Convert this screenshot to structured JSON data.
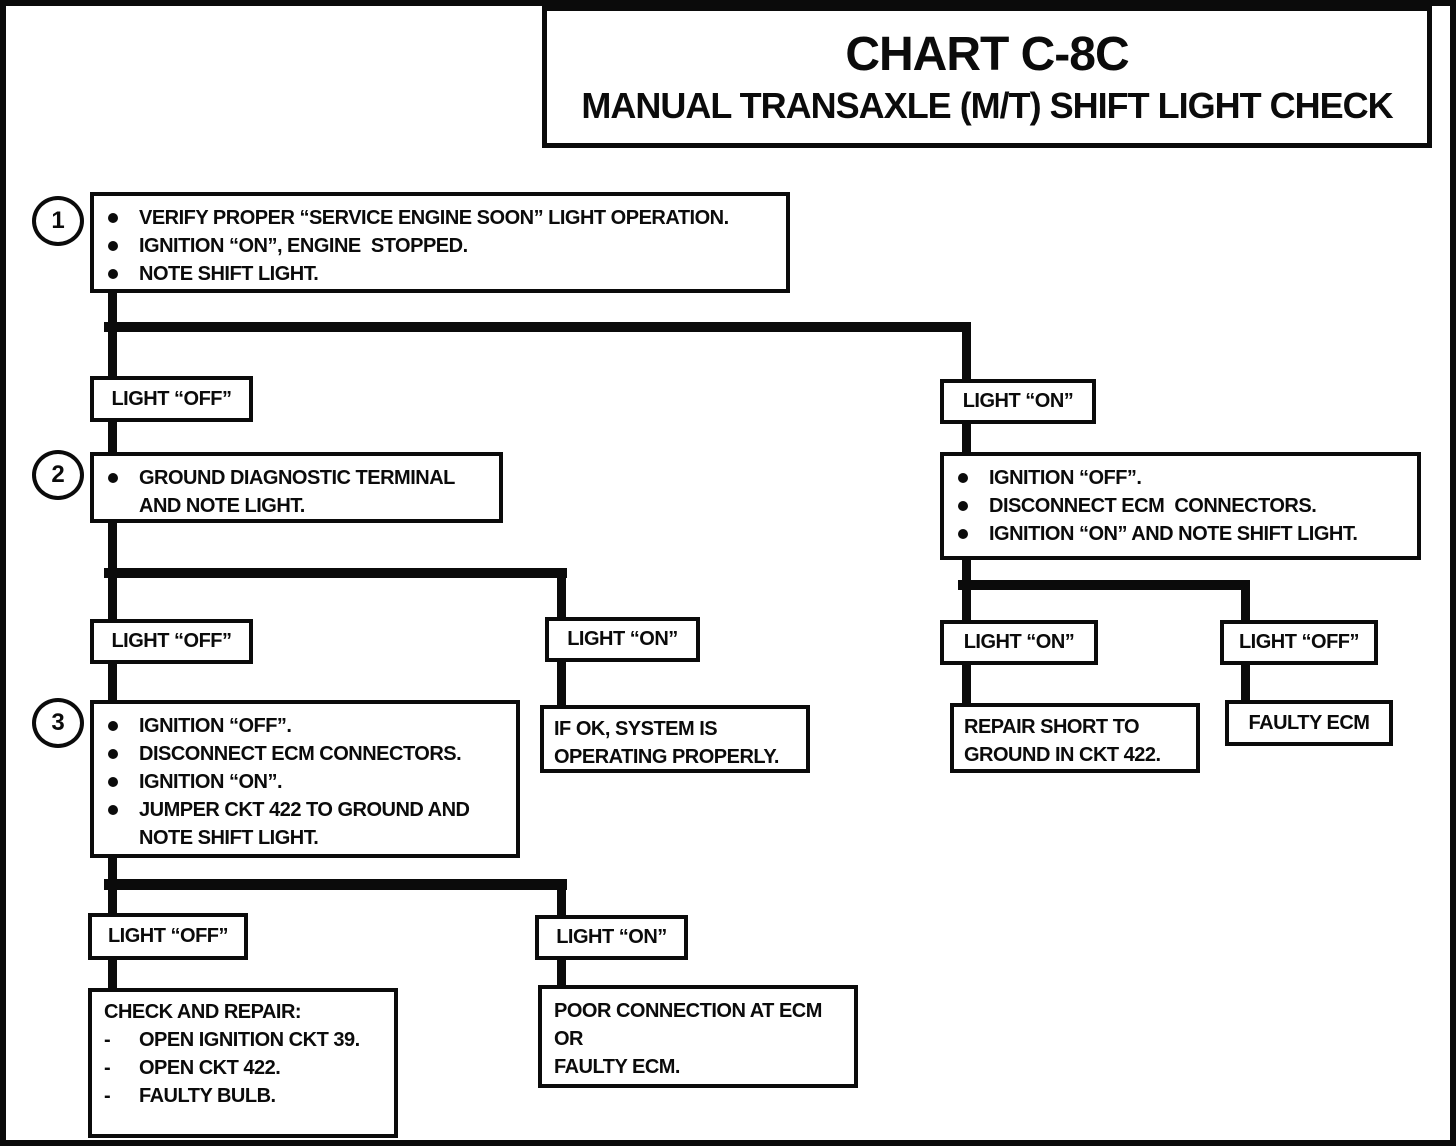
{
  "title": {
    "heading": "CHART C-8C",
    "subheading": "MANUAL TRANSAXLE (M/T) SHIFT LIGHT CHECK"
  },
  "nodes": {
    "step1": {
      "number": "1",
      "bullets": [
        "VERIFY PROPER “SERVICE ENGINE SOON” LIGHT OPERATION.",
        "IGNITION “ON”, ENGINE  STOPPED.",
        "NOTE SHIFT LIGHT."
      ]
    },
    "light_off_top": {
      "label": "LIGHT “OFF”"
    },
    "light_on_top": {
      "label": "LIGHT “ON”"
    },
    "step2": {
      "number": "2",
      "bullets": [
        "GROUND DIAGNOSTIC TERMINAL AND NOTE LIGHT."
      ]
    },
    "ecm_check_right": {
      "bullets": [
        "IGNITION “OFF”.",
        "DISCONNECT ECM  CONNECTORS.",
        "IGNITION “ON” AND NOTE SHIFT LIGHT."
      ]
    },
    "light_off_mid": {
      "label": "LIGHT “OFF”"
    },
    "light_on_mid": {
      "label": "LIGHT “ON”"
    },
    "light_on_right": {
      "label": "LIGHT “ON”"
    },
    "light_off_right": {
      "label": "LIGHT “OFF”"
    },
    "step3": {
      "number": "3",
      "bullets": [
        "IGNITION “OFF”.",
        "DISCONNECT ECM CONNECTORS.",
        "IGNITION “ON”.",
        "JUMPER CKT 422 TO GROUND AND NOTE SHIFT LIGHT."
      ]
    },
    "if_ok": {
      "label": "IF OK, SYSTEM IS OPERATING PROPERLY."
    },
    "repair_short": {
      "label": "REPAIR SHORT TO GROUND IN CKT 422."
    },
    "faulty_ecm": {
      "label": "FAULTY ECM"
    },
    "light_off_bottom": {
      "label": "LIGHT “OFF”"
    },
    "light_on_bottom": {
      "label": "LIGHT “ON”"
    },
    "check_repair": {
      "heading": "CHECK AND REPAIR:",
      "marker": "-",
      "items": [
        "OPEN IGNITION CKT 39.",
        "OPEN CKT 422.",
        "FAULTY BULB."
      ]
    },
    "poor_connection": {
      "lines": [
        "POOR CONNECTION AT ECM",
        "OR",
        "FAULTY ECM."
      ]
    }
  },
  "colors": {
    "ink": "#0b0b0b",
    "paper": "#ffffff"
  }
}
